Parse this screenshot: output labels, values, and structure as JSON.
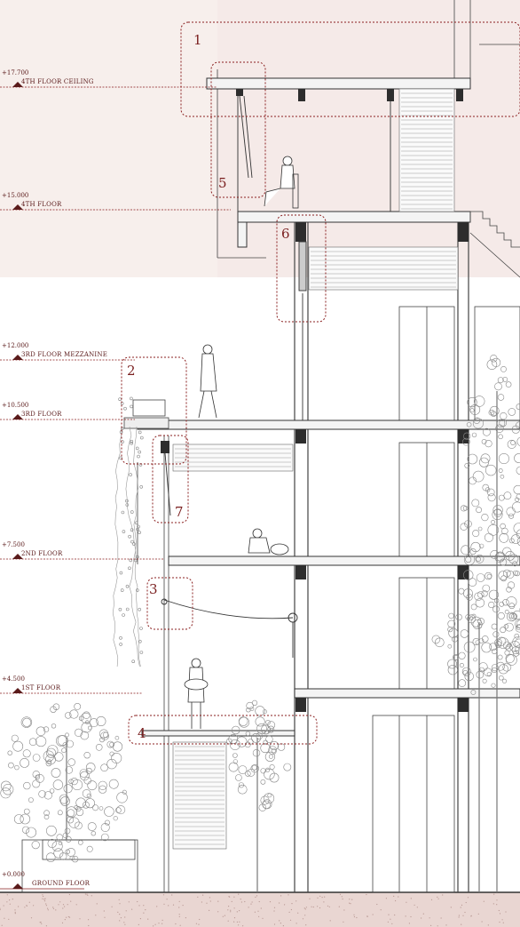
{
  "levels": [
    {
      "value": "+17.700",
      "name": "4TH FLOOR CEILING"
    },
    {
      "value": "+15.000",
      "name": "4TH FLOOR"
    },
    {
      "value": "+12.000",
      "name": "3RD FLOOR MEZZANINE"
    },
    {
      "value": "+10.500",
      "name": "3RD FLOOR"
    },
    {
      "value": "+7.500",
      "name": "2ND FLOOR"
    },
    {
      "value": "+4.500",
      "name": "1ST FLOOR"
    },
    {
      "value": "+0.000",
      "name": "GROUND FLOOR"
    }
  ],
  "callouts": [
    "1",
    "2",
    "3",
    "4",
    "5",
    "6",
    "7"
  ],
  "colors": {
    "accent": "#8a1f1f",
    "upper_shade": "#f7efec",
    "ground": "#e9d6d2",
    "line": "#555555"
  }
}
